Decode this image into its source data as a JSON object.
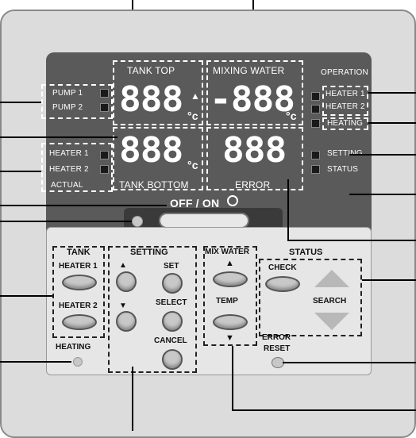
{
  "display": {
    "tank_top": "TANK TOP",
    "mixing_water": "MIXING WATER",
    "operation": "OPERATION",
    "pump1": "PUMP 1",
    "pump2": "PUMP 2",
    "heater1": "HEATER 1",
    "heater2": "HEATER 2",
    "actual": "ACTUAL",
    "heater_r1": "HEATER 1",
    "heater_r2": "HEATER 2",
    "heating": "HEATING",
    "setting": "SETTING",
    "status": "STATUS",
    "tank_bottom": "TANK BOTTOM",
    "error": "ERROR",
    "seg_top_left": "888",
    "seg_top_right": "-888",
    "seg_bottom_left": "888",
    "seg_bottom_right": "888",
    "deg1": "°c",
    "deg2": "°c",
    "deg3": "°c"
  },
  "power": {
    "label": "OFF / ON"
  },
  "controls": {
    "tank": "TANK",
    "heater1": "HEATER 1",
    "heater2": "HEATER 2",
    "heating": "HEATING",
    "setting": "SETTING",
    "set": "SET",
    "select": "SELECT",
    "cancel": "CANCEL",
    "mix_water": "MIX WATER",
    "temp": "TEMP",
    "status": "STATUS",
    "check": "CHECK",
    "search": "SEARCH",
    "error_reset_line1": "ERROR",
    "error_reset_line2": "RESET"
  }
}
